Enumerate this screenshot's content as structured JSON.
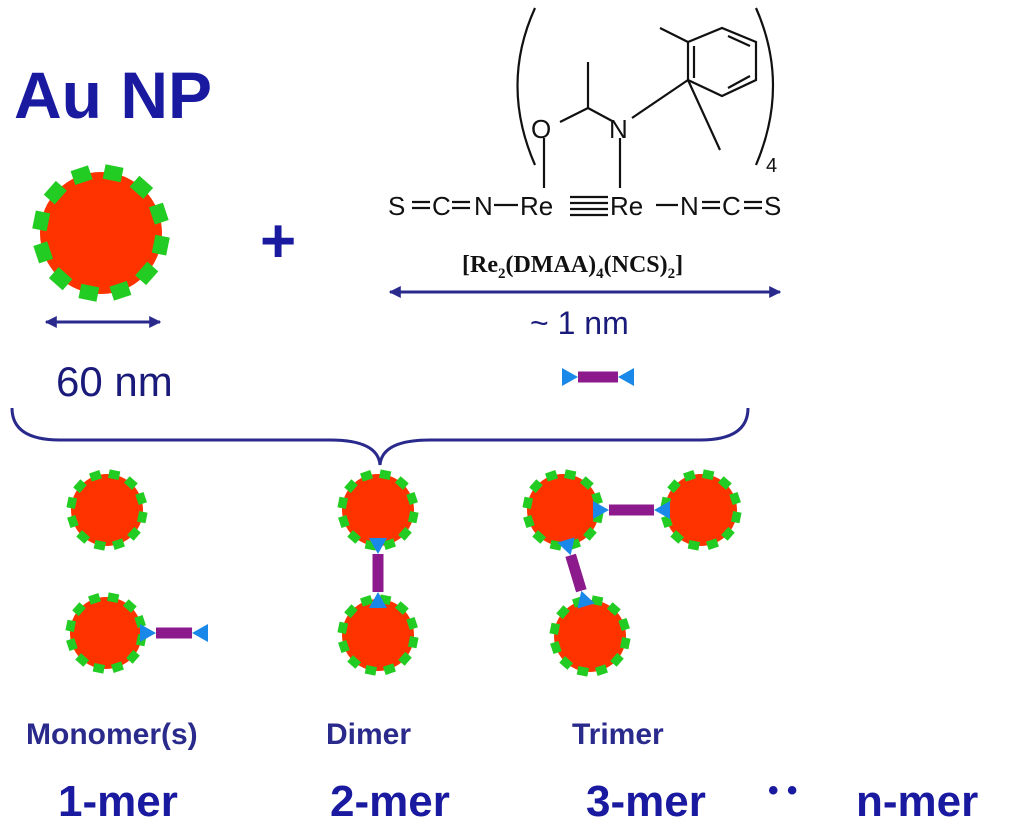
{
  "title": "Au NP",
  "plus_sign": "+",
  "np_size_label": "60 nm",
  "linker_size_label": "~ 1 nm",
  "chem": {
    "formula_parts": [
      "[Re",
      "2",
      "(DMAA)",
      "4",
      "(NCS)",
      "2",
      "]"
    ],
    "bracket_subscript": "4",
    "atom_labels": {
      "o": "O",
      "n_ring": "N",
      "s_left": "S",
      "c_left": "C",
      "n_left": "N",
      "re_left": "Re",
      "re_right": "Re",
      "n_right": "N",
      "c_right": "C",
      "s_right": "S"
    }
  },
  "species": [
    {
      "name": "Monomer(s)",
      "mer": "1-mer"
    },
    {
      "name": "Dimer",
      "mer": "2-mer"
    },
    {
      "name": "Trimer",
      "mer": "3-mer"
    }
  ],
  "ellipsis": "• •",
  "n_mer": "n-mer",
  "colors": {
    "title": "#1a1aa0",
    "navy": "#2a2a8c",
    "particle": "#ff3300",
    "ligand": "#22cc22",
    "linker": "#8c1a8c",
    "linker_end": "#1a88e8",
    "ink": "#111111"
  }
}
